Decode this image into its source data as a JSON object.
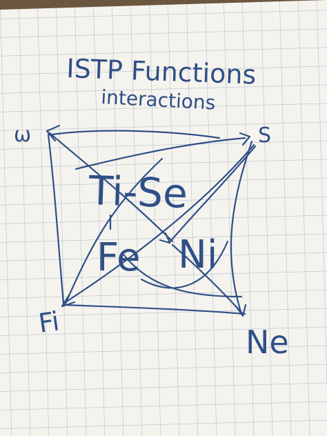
{
  "title_line1": "ISTP Functions",
  "title_line2": "interactions",
  "center": {
    "ti_se": "Ti-Se",
    "fe": "Fe",
    "ni": "Ni"
  },
  "corners": {
    "top_left": "ω",
    "top_right": "S",
    "bottom_left": "Fi",
    "bottom_right": "Ne"
  },
  "colors": {
    "ink": "#2f4f86",
    "paper": "#f5f3ee",
    "grid": "#a9b4c4",
    "table": "#6b5640"
  }
}
